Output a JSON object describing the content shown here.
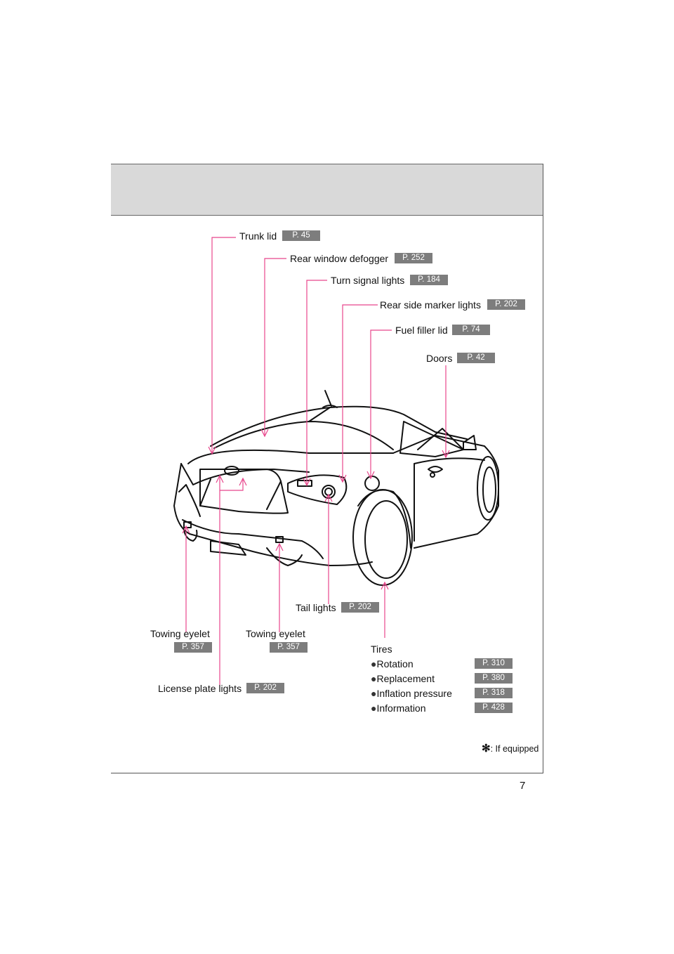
{
  "page_number": "7",
  "footnote": {
    "symbol": "✻",
    "text": ": If equipped"
  },
  "callouts": {
    "trunk_lid": {
      "label": "Trunk lid",
      "page": "P. 45"
    },
    "rear_window_defogger": {
      "label": "Rear window defogger",
      "page": "P. 252"
    },
    "turn_signal_lights": {
      "label": "Turn signal lights",
      "page": "P. 184"
    },
    "rear_side_marker_lights": {
      "label": "Rear side marker lights",
      "page": "P. 202"
    },
    "fuel_filler_lid": {
      "label": "Fuel filler lid",
      "page": "P. 74"
    },
    "doors": {
      "label": "Doors",
      "page": "P. 42"
    },
    "tail_lights": {
      "label": "Tail lights",
      "page": "P. 202"
    },
    "towing_eyelet_left": {
      "label": "Towing eyelet",
      "page": "P. 357"
    },
    "towing_eyelet_right": {
      "label": "Towing eyelet",
      "page": "P. 357"
    },
    "license_plate_lights": {
      "label": "License plate lights",
      "page": "P. 202"
    }
  },
  "tires": {
    "title": "Tires",
    "items": [
      {
        "bullet": "●",
        "label": "Rotation",
        "page": "P. 310"
      },
      {
        "bullet": "●",
        "label": "Replacement",
        "page": "P. 380"
      },
      {
        "bullet": "●",
        "label": "Inflation pressure",
        "page": "P. 318"
      },
      {
        "bullet": "●",
        "label": "Information",
        "page": "P. 428"
      }
    ]
  },
  "colors": {
    "leader": "#e8468c",
    "badge": "#7d7d7d",
    "header_band": "#d9d9d9"
  }
}
